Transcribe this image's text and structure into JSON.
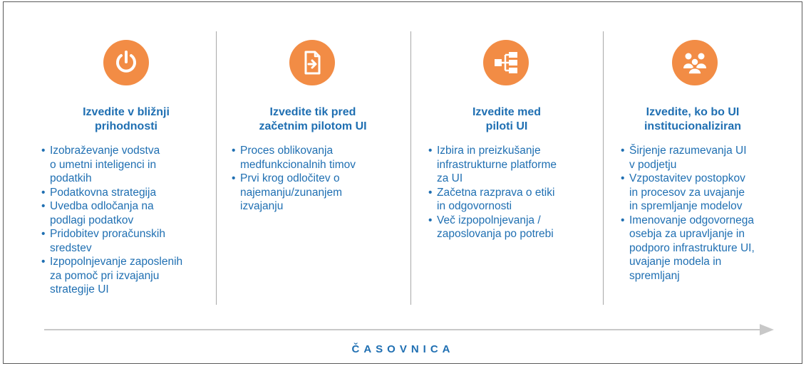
{
  "accent_color": "#f28c45",
  "text_color": "#1f6fb2",
  "columns": [
    {
      "icon": "power-icon",
      "title": "Izvedite v bližnji\nprihodnosti",
      "items": [
        "Izobraževanje vodstva\no umetni inteligenci in\npodatkih",
        "Podatkovna strategija",
        "Uvedba odločanja na\npodlagi podatkov",
        "Pridobitev proračunskih\nsredstev",
        "Izpopolnjevanje zaposlenih\nza pomoč pri izvajanju\nstrategije UI"
      ]
    },
    {
      "icon": "document-arrow-icon",
      "title": "Izvedite tik pred\nzačetnim pilotom UI",
      "items": [
        "Proces oblikovanja\nmedfunkcionalnih timov",
        "Prvi krog odločitev o\nnajemanju/zunanjem\nizvajanju"
      ]
    },
    {
      "icon": "hierarchy-icon",
      "title": "Izvedite med\npiloti UI",
      "items": [
        "Izbira in preizkušanje\ninfrastrukturne platforme\nza UI",
        "Začetna razprava o etiki\nin odgovornosti",
        "Več izpopolnjevanja /\nzaposlovanja po potrebi"
      ]
    },
    {
      "icon": "people-icon",
      "title": "Izvedite, ko bo UI\ninstitucionaliziran",
      "items": [
        "Širjenje razumevanja UI\nv podjetju",
        "Vzpostavitev postopkov\nin procesov za uvajanje\nin spremljanje modelov",
        "Imenovanje odgovornega\nosebja za upravljanje in\npodporo infrastrukture UI,\nuvajanje modela in\nspremljanj"
      ]
    }
  ],
  "timeline": {
    "label": "ČASOVNICA"
  }
}
